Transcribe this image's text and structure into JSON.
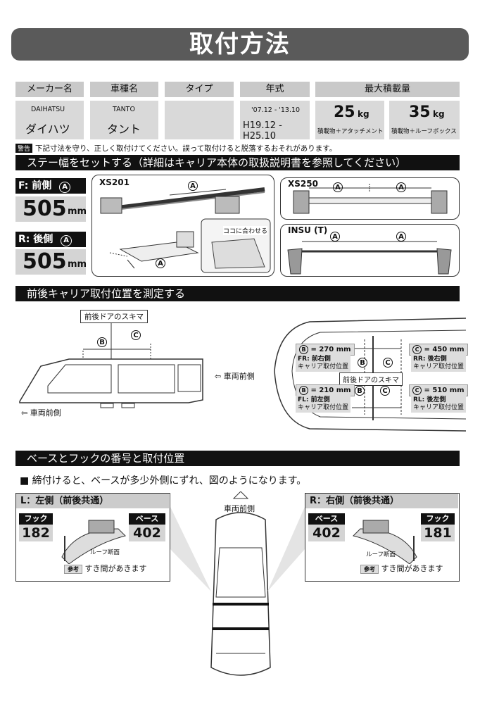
{
  "title": "取付方法",
  "spec_table": {
    "headers": [
      "メーカー名",
      "車種名",
      "タイプ",
      "年式",
      "最大積載量"
    ],
    "maker_en": "DAIHATSU",
    "maker_ja": "ダイハツ",
    "model_en": "TANTO",
    "model_ja": "タント",
    "type": "",
    "year_ad": "'07.12 - '13.10",
    "year_jp": "H19.12 - H25.10",
    "load1_value": "25",
    "load1_unit": "kg",
    "load1_note": "積載物＋アタッチメント",
    "load2_value": "35",
    "load2_unit": "kg",
    "load2_note": "積載物＋ルーフボックス"
  },
  "warning": {
    "badge": "警告",
    "text": "下記寸法を守り、正しく取付けてください。誤って取付けると脱落するおそれがあります。"
  },
  "section1": {
    "heading": "ステー幅をセットする（詳細はキャリア本体の取扱説明書を参照してください）",
    "front_label": "F: 前側",
    "front_value": "505",
    "rear_label": "R: 後側",
    "rear_value": "505",
    "unit": "mm",
    "symbol_a": "A",
    "xs201": "XS201",
    "xs250": "XS250",
    "insu": "INSU (T)",
    "align_note": "ココに合わせる"
  },
  "section2": {
    "heading": "前後キャリア取付位置を測定する",
    "gap_label": "前後ドアのスキマ",
    "symbol_b": "B",
    "symbol_c": "C",
    "front_arrow_label": "車両前側",
    "b_front": "= 270 mm",
    "c_front": "= 450 mm",
    "b_rear": "= 210 mm",
    "c_rear": "= 510 mm",
    "fr_label": "FR: 前右側",
    "rr_label": "RR: 後右側",
    "fl_label": "FL: 前左側",
    "rl_label": "RL: 後左側",
    "carrier_pos": "キャリア取付位置"
  },
  "section3": {
    "heading": "ベースとフックの番号と取付位置",
    "note": "■ 締付けると、ベースが多少外側にずれ、図のようになります。",
    "left_title": "L：左側（前後共通）",
    "right_title": "R：右側（前後共通）",
    "hook_label": "フック",
    "base_label": "ベース",
    "left_hook": "182",
    "left_base": "402",
    "right_base": "402",
    "right_hook": "181",
    "roof_section": "ルーフ断面",
    "ref_badge": "参考",
    "gap_note": "すき間があきます",
    "front_label": "車両前側"
  }
}
